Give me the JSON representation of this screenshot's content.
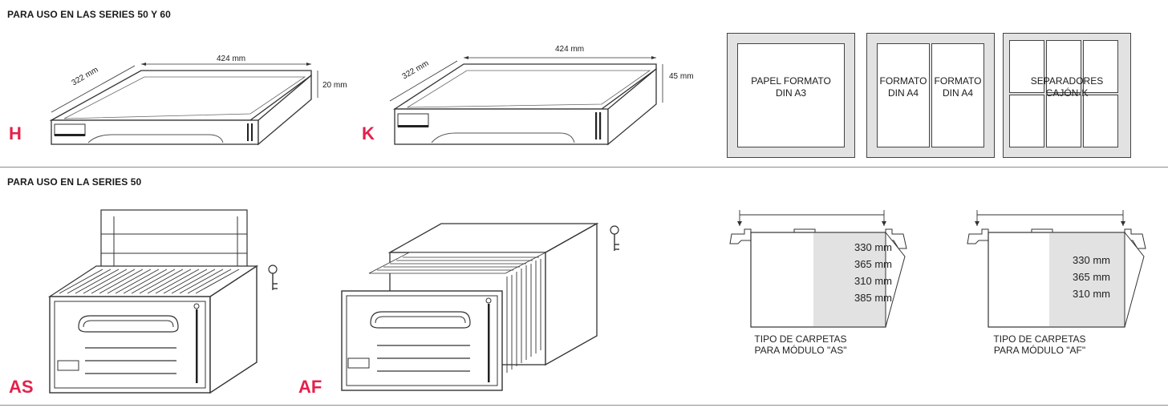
{
  "sections": {
    "top_heading": "PARA USO EN LAS SERIES 50 Y 60",
    "bottom_heading": "PARA USO EN LA SERIES 50"
  },
  "trays": {
    "h": {
      "letter": "H",
      "width": "424 mm",
      "depth": "322 mm",
      "height": "20 mm"
    },
    "k": {
      "letter": "K",
      "width": "424 mm",
      "depth": "322 mm",
      "height": "45 mm"
    }
  },
  "panels": {
    "a3": "PAPEL FORMATO\nDIN A3",
    "a4_left": "FORMATO\nDIN A4",
    "a4_right": "FORMATO\nDIN A4",
    "separadores": "SEPARADORES\nCAJÓN-K"
  },
  "modules": {
    "as": {
      "letter": "AS"
    },
    "af": {
      "letter": "AF"
    }
  },
  "folders": {
    "as": {
      "measures": [
        "330 mm",
        "365 mm",
        "310 mm",
        "385 mm"
      ],
      "caption": "TIPO DE CARPETAS\nPARA MÓDULO \"AS\""
    },
    "af": {
      "measures": [
        "330 mm",
        "365 mm",
        "310 mm"
      ],
      "caption": "TIPO DE CARPETAS\nPARA MÓDULO \"AF\""
    }
  },
  "colors": {
    "accent": "#e5204a",
    "line": "#8c8c8c",
    "shade": "#e2e2e2"
  }
}
